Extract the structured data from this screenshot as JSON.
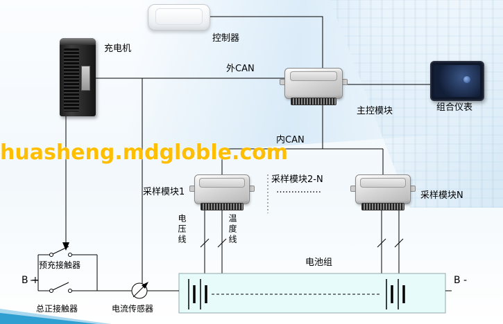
{
  "watermark": {
    "text": "huasheng.mdgloble.com",
    "color": "#ffbe00"
  },
  "nodes": {
    "controller": {
      "label": "控制器"
    },
    "charger": {
      "label": "充电机"
    },
    "main_control_module": {
      "label": "主控模块"
    },
    "instrument_cluster": {
      "label": "组合仪表"
    },
    "sampling_module_1": {
      "label": "采样模块1"
    },
    "sampling_module_2n": {
      "label": "采样模块2-N",
      "ellipsis": "……………"
    },
    "sampling_module_n": {
      "label": "采样模块N"
    },
    "battery_pack": {
      "label": "电池组"
    },
    "precharge_contactor": {
      "label": "预充接触器"
    },
    "main_positive_contactor": {
      "label": "总正接触器"
    },
    "current_sensor": {
      "label": "电流传感器"
    }
  },
  "buses": {
    "external_can": "外CAN",
    "internal_can": "内CAN"
  },
  "wires": {
    "voltage_line": "电压线",
    "temperature_line": "温度线"
  },
  "terminals": {
    "b_plus": "B +",
    "b_minus": "B -"
  },
  "colors": {
    "watermark": "#ffbe00",
    "wire": "#000000",
    "battery_box_fill": "#e7fbfb",
    "battery_box_border": "#8fa8a8",
    "corner_ribbon_dark": "#2f9fd2",
    "corner_ribbon_light": "#aad8ee"
  }
}
